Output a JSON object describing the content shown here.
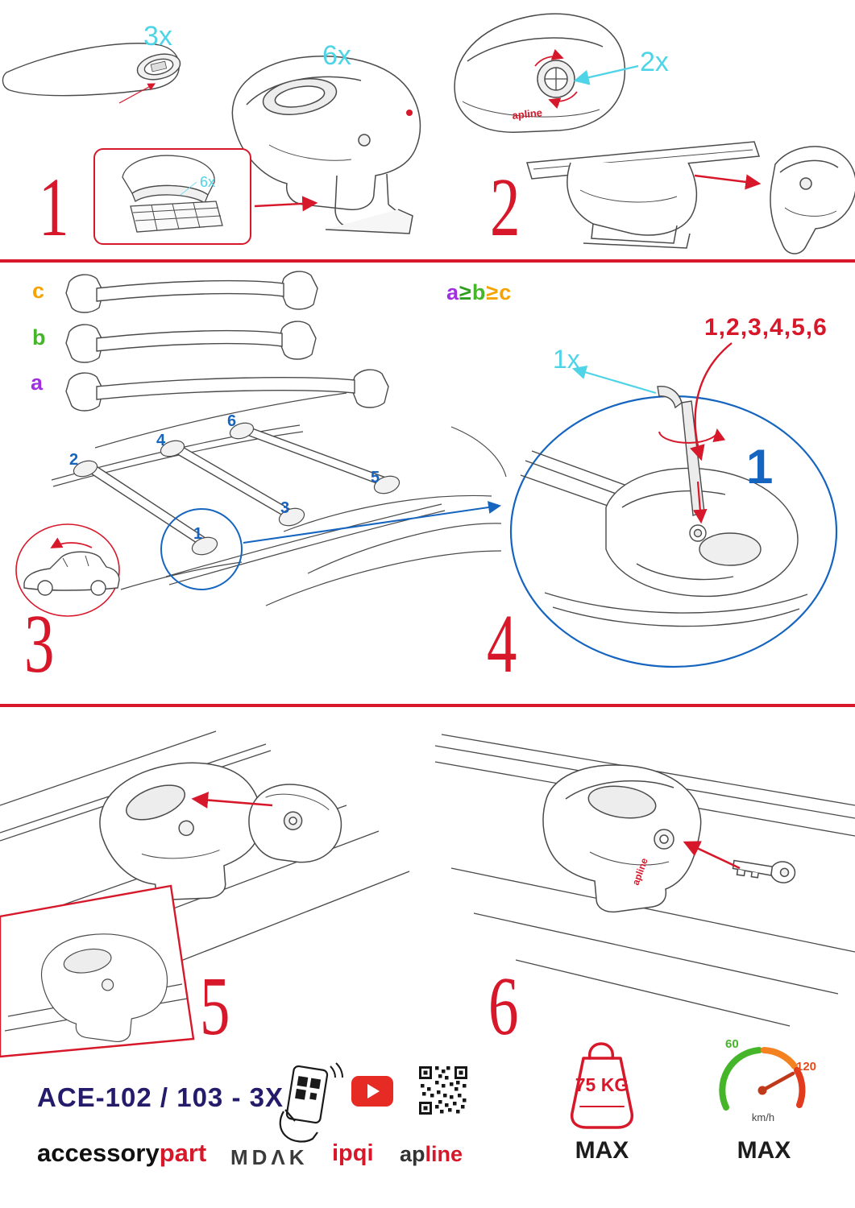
{
  "steps": {
    "s1": {
      "number": "1",
      "bar_qty": "3x",
      "foot_qty": "6x",
      "pad_qty": "6x"
    },
    "s2": {
      "number": "2",
      "knob_qty": "2x"
    },
    "s3": {
      "number": "3",
      "bar_a": "a",
      "bar_b": "b",
      "bar_c": "c",
      "formula": {
        "a": "a",
        "ge1": "≥",
        "b": "b",
        "ge2": "≥",
        "c": "c"
      },
      "positions": {
        "p1": "1",
        "p2": "2",
        "p3": "3",
        "p4": "4",
        "p5": "5",
        "p6": "6"
      }
    },
    "s4": {
      "number": "4",
      "tool_qty": "1x",
      "sequence": "1,2,3,4,5,6",
      "highlight": "1"
    },
    "s5": {
      "number": "5"
    },
    "s6": {
      "number": "6"
    }
  },
  "product": {
    "brand_mark": "apline"
  },
  "footer": {
    "model": "ACE-102 / 103 - 3X",
    "brand_black": "accessory",
    "brand_red": "part",
    "mdak": "MDΛK",
    "ipqi": "ipqi",
    "apline_black": "ap",
    "apline_red": "line",
    "weight_value": "75 KG",
    "weight_max": "MAX",
    "speed_low": "60",
    "speed_high": "120",
    "speed_unit": "km/h",
    "speed_max": "MAX"
  },
  "colors": {
    "accent_red": "#d7182a",
    "cyan": "#4ed4e6",
    "blue": "#1565c0",
    "green": "#45b52a",
    "orange": "#f5a300",
    "purple": "#a02fe0",
    "navy": "#241c6b"
  }
}
